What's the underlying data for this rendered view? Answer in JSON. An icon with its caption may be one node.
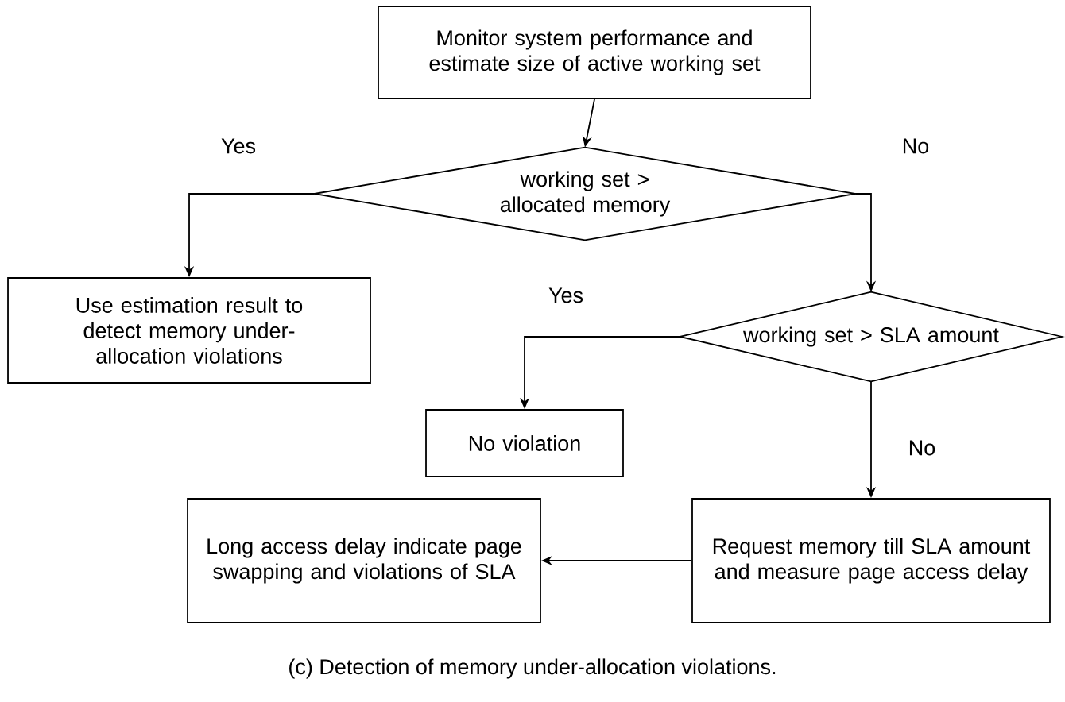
{
  "diagram": {
    "caption": "(c) Detection of memory under-allocation violations.",
    "nodes": [
      {
        "text": [
          "Monitor system performance and estimate size of active working set"
        ]
      },
      {
        "text": [
          "working set > allocated memory"
        ]
      },
      {
        "text": [
          "Use estimation result to detect memory under-allocation violations"
        ]
      },
      {
        "text": [
          "working set > SLA amount"
        ]
      },
      {
        "text": [
          "No violation"
        ]
      },
      {
        "text": [
          "Request memory till SLA amount and measure page access delay"
        ]
      },
      {
        "text": [
          "Long access delay indicate page swapping and violations of SLA"
        ]
      }
    ],
    "edges": [
      {
        "from": 0,
        "to": 1,
        "arrow": "to"
      },
      {
        "from": 1,
        "to": 2,
        "arrow": "to",
        "label": "Yes"
      },
      {
        "from": 1,
        "to": 3,
        "arrow": "to",
        "label": "No"
      },
      {
        "from": 3,
        "to": 4,
        "arrow": "to",
        "label": "Yes"
      },
      {
        "from": 3,
        "to": 5,
        "arrow": "to",
        "label": "No"
      },
      {
        "from": 5,
        "to": 6,
        "arrow": "to"
      }
    ]
  }
}
